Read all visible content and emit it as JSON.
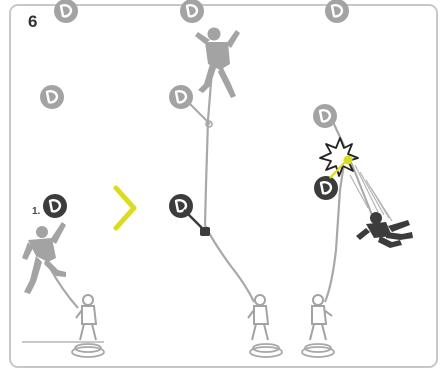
{
  "figure": {
    "step_number": "6",
    "sub_step": "1."
  },
  "colors": {
    "frame": "#c8c8c8",
    "rope": "#a8a8a8",
    "figure_gray": "#a3a3a3",
    "bolt_light": "#a3a3a3",
    "bolt_dark": "#3c3c3c",
    "accent_yellow": "#dcdc1e"
  },
  "icons": [
    "bolt-hanger-icon",
    "arrow-right-icon",
    "impact-burst-icon",
    "climber-figure",
    "belayer-figure",
    "rope-coil"
  ]
}
